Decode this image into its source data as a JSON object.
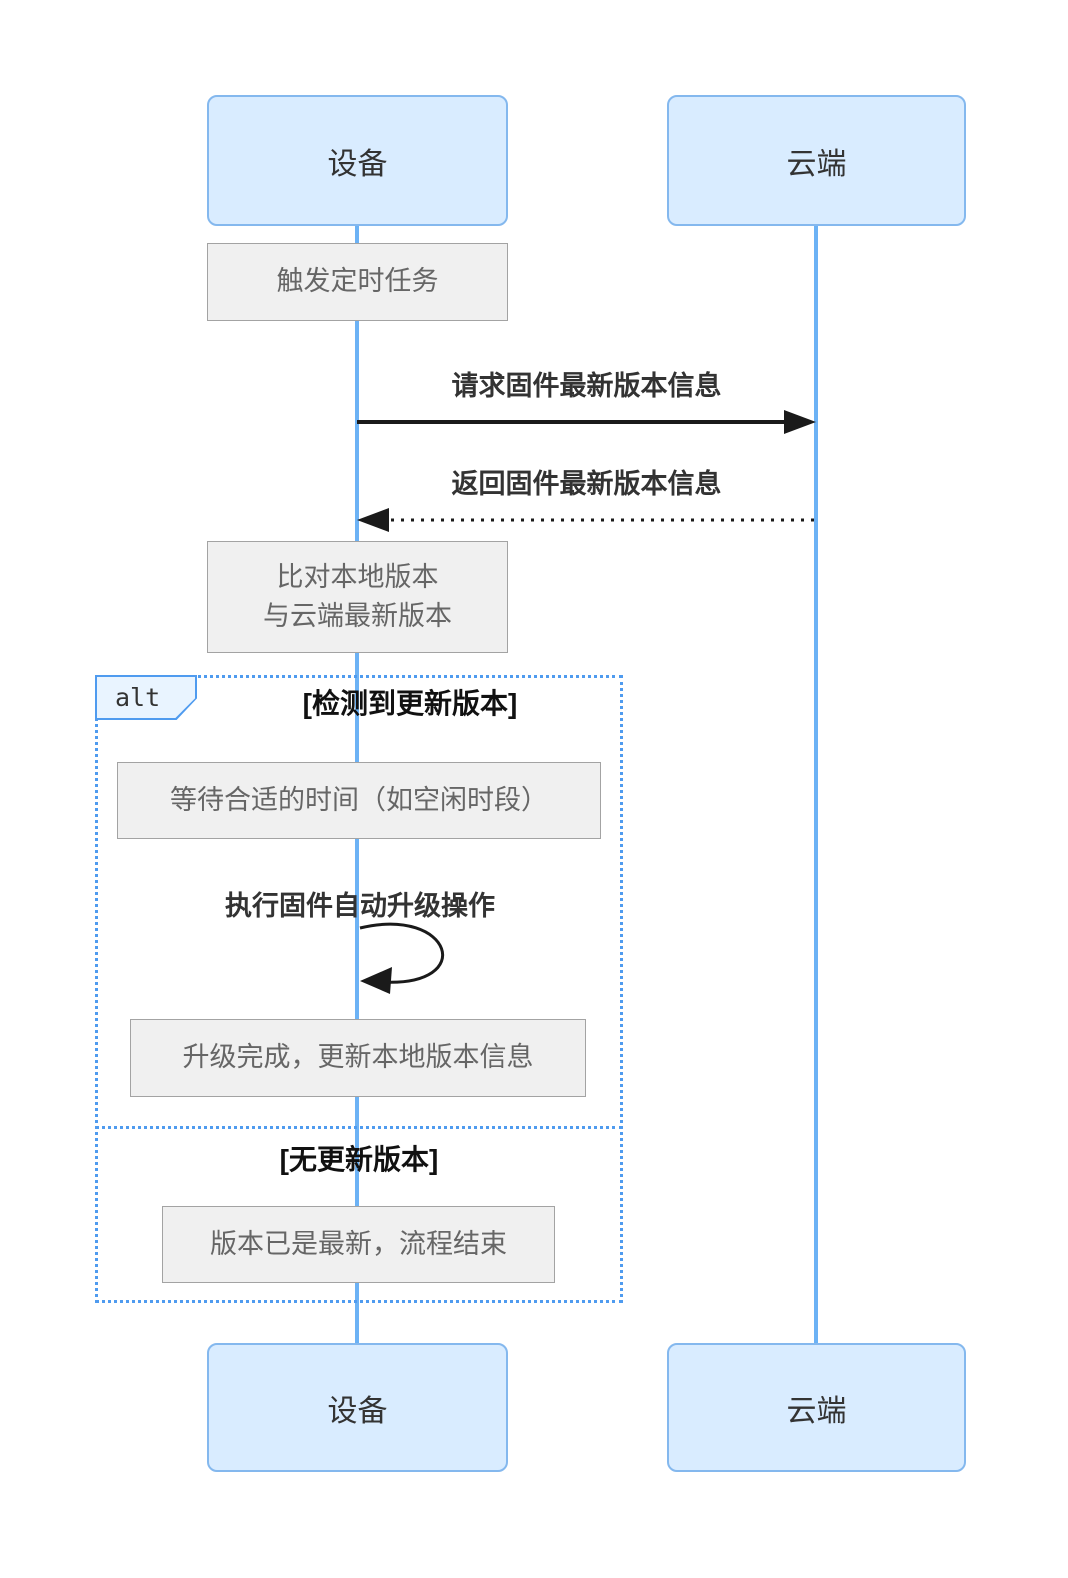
{
  "diagram": {
    "actors": {
      "device": "设备",
      "cloud": "云端"
    },
    "notes": {
      "trigger": "触发定时任务",
      "compare_line1": "比对本地版本",
      "compare_line2": "与云端最新版本",
      "wait": "等待合适的时间（如空闲时段）",
      "upgrade_done": "升级完成，更新本地版本信息",
      "latest": "版本已是最新，流程结束"
    },
    "messages": {
      "request": "请求固件最新版本信息",
      "response": "返回固件最新版本信息",
      "self_upgrade": "执行固件自动升级操作"
    },
    "alt": {
      "label": "alt",
      "condition_update": "[检测到更新版本]",
      "condition_no_update": "[无更新版本]"
    },
    "colors": {
      "actor_fill": "#d9ecff",
      "actor_border": "#84b8ee",
      "lifeline": "#6cb2f5",
      "note_fill": "#f0f0f0",
      "note_border": "#a3a3a3",
      "alt_border": "#4f9bef",
      "arrow": "#1a1a1a"
    }
  }
}
